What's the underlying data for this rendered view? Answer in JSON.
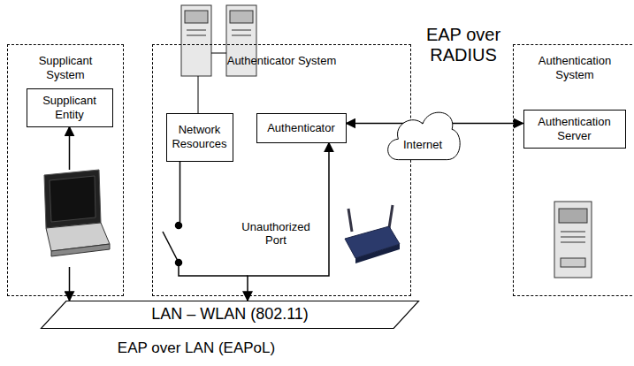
{
  "diagram": {
    "nodes": [
      {
        "text": [
          "Supplicant System"
        ]
      },
      {
        "text": [
          "Supplicant Entity"
        ],
        "in": 0
      },
      {
        "text": [
          "Authenticator System"
        ]
      },
      {
        "text": [
          "Network Resources"
        ],
        "in": 2
      },
      {
        "text": [
          "Authenticator"
        ],
        "in": 2
      },
      {
        "text": [
          "Authentication System"
        ]
      },
      {
        "text": [
          "Authentication Server"
        ],
        "in": 5
      },
      {
        "text": [
          "LAN – WLAN (802.11)"
        ]
      },
      {
        "text": [
          "Internet"
        ]
      }
    ],
    "edges": [
      {
        "from": 1,
        "to": 7,
        "arrow": "both"
      },
      {
        "from": 4,
        "to": 7,
        "arrow": "both"
      },
      {
        "from": 3,
        "to": 7,
        "arrow": "none"
      },
      {
        "from": 4,
        "to": 6,
        "arrow": "both"
      }
    ],
    "labels": [
      "EAP over RADIUS",
      "Unauthorized Port",
      "EAP over LAN (EAPoL)"
    ]
  }
}
